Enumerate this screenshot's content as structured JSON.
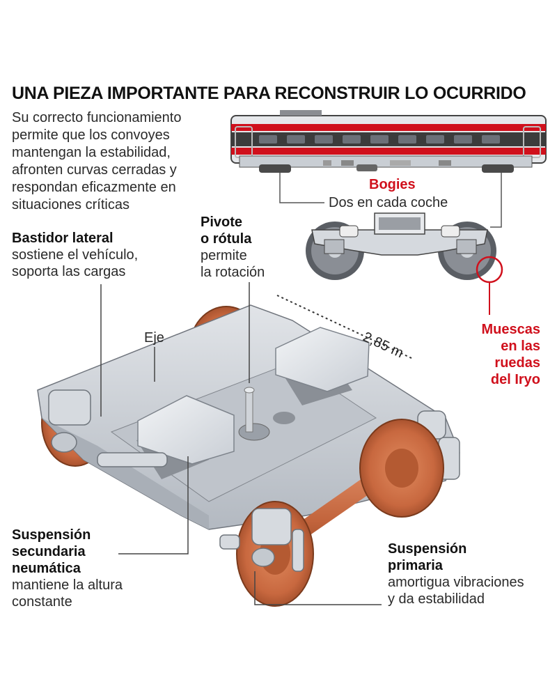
{
  "title": "UNA PIEZA IMPORTANTE PARA RECONSTRUIR LO OCURRIDO",
  "intro": [
    "Su correcto funcionamiento",
    "permite que los convoyes",
    "mantengan la estabilidad,",
    "afronten curvas cerradas y",
    "respondan eficazmente en",
    "situaciones críticas"
  ],
  "bogies": {
    "title": "Bogies",
    "subtitle": "Dos en cada coche"
  },
  "bastidor": {
    "title": "Bastidor lateral",
    "desc": [
      "sostiene el vehículo,",
      "soporta las cargas"
    ]
  },
  "pivote": {
    "title": [
      "Pivote",
      "o rótula"
    ],
    "desc": [
      "permite",
      "la rotación"
    ]
  },
  "eje": "Eje",
  "dimension": "2,85 m",
  "muescas": [
    "Muescas",
    "en las",
    "ruedas",
    "del Iryo"
  ],
  "secundaria": {
    "title": [
      "Suspensión",
      "secundaria",
      "neumática"
    ],
    "desc": [
      "mantiene la altura",
      "constante"
    ]
  },
  "primaria": {
    "title": [
      "Suspensión",
      "primaria"
    ],
    "desc": [
      "amortigua vibraciones",
      "y da estabilidad"
    ]
  },
  "colors": {
    "accent_red": "#d0101c",
    "wheel_copper": "#c8683f",
    "frame_grey": "#c7ccd3",
    "line_grey": "#555555"
  }
}
